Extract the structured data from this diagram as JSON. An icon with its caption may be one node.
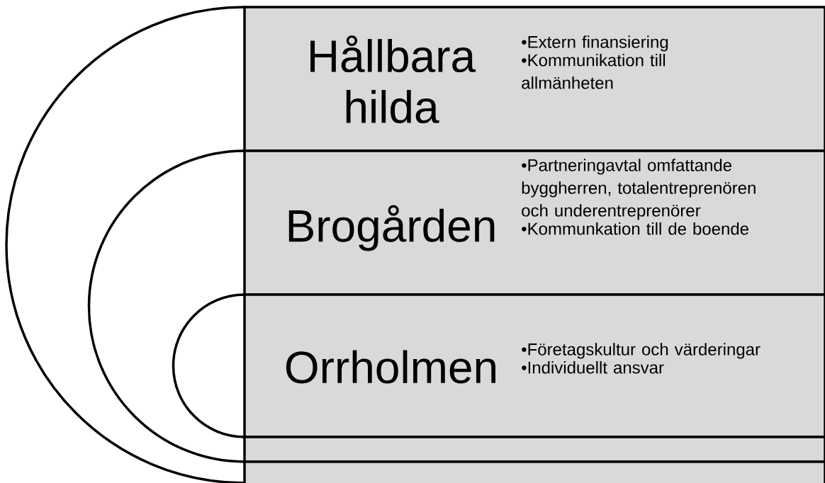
{
  "diagram": {
    "nodes": [
      {
        "text": [
          "Hållbara hilda",
          "•Extern finansiering",
          "•Kommunikation till allmänheten"
        ]
      },
      {
        "text": [
          "Brogården",
          "•Partneringavtal omfattande byggherren, totalentreprenören och underentreprenörer",
          "•Kommunkation till de boende"
        ]
      },
      {
        "text": [
          "Orrholmen",
          "•Företagskultur och värderingar",
          "•Individuellt ansvar"
        ]
      },
      {
        "text": [],
        "shape": "box"
      },
      {
        "text": [],
        "shape": "box"
      }
    ]
  }
}
